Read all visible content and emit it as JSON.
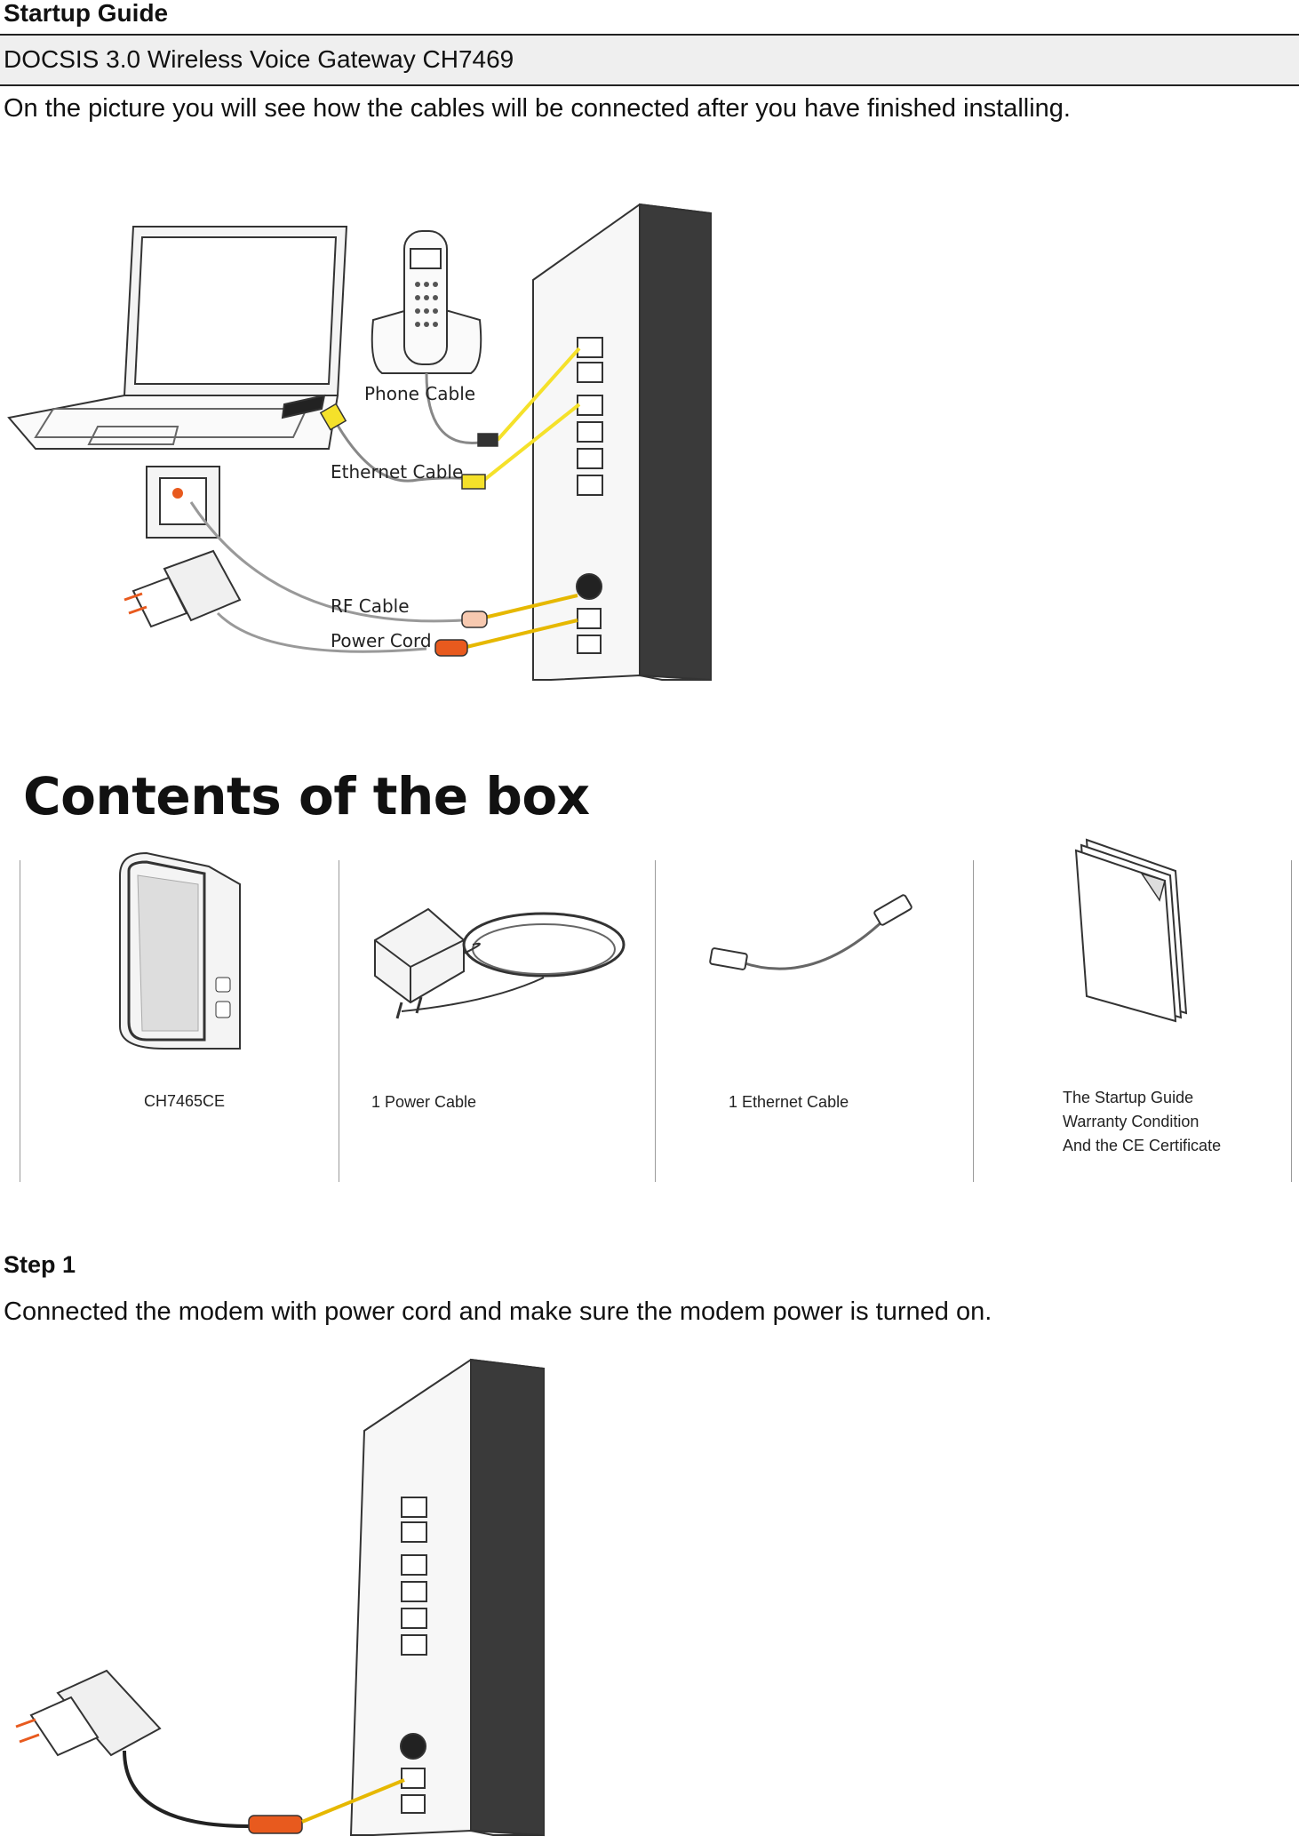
{
  "header": {
    "title": "Startup Guide",
    "subtitle": "DOCSIS 3.0 Wireless Voice Gateway CH7469"
  },
  "intro_text": "On the picture you will see how the cables will be connected after you have finished installing.",
  "connection_diagram": {
    "labels": {
      "phone_cable": "Phone Cable",
      "ethernet_cable": "Ethernet Cable",
      "rf_cable": "RF Cable",
      "power_cord": "Power Cord"
    },
    "accent_colors": {
      "ethernet": "#f5e12a",
      "rf": "#e6b800",
      "power": "#e85a1e"
    }
  },
  "box_contents": {
    "heading": "Contents of the box",
    "items": [
      {
        "icon": "modem-icon",
        "lines": [
          "CH7465CE"
        ]
      },
      {
        "icon": "power-adapter-icon",
        "lines": [
          "1 Power Cable"
        ]
      },
      {
        "icon": "ethernet-cable-icon",
        "lines": [
          "1 Ethernet Cable"
        ]
      },
      {
        "icon": "booklet-icon",
        "lines": [
          "The Startup Guide",
          "Warranty Condition",
          "And the CE Certificate"
        ]
      }
    ]
  },
  "step1": {
    "title": "Step 1",
    "text": "Connected the modem with power cord and make sure the modem power is turned on."
  }
}
